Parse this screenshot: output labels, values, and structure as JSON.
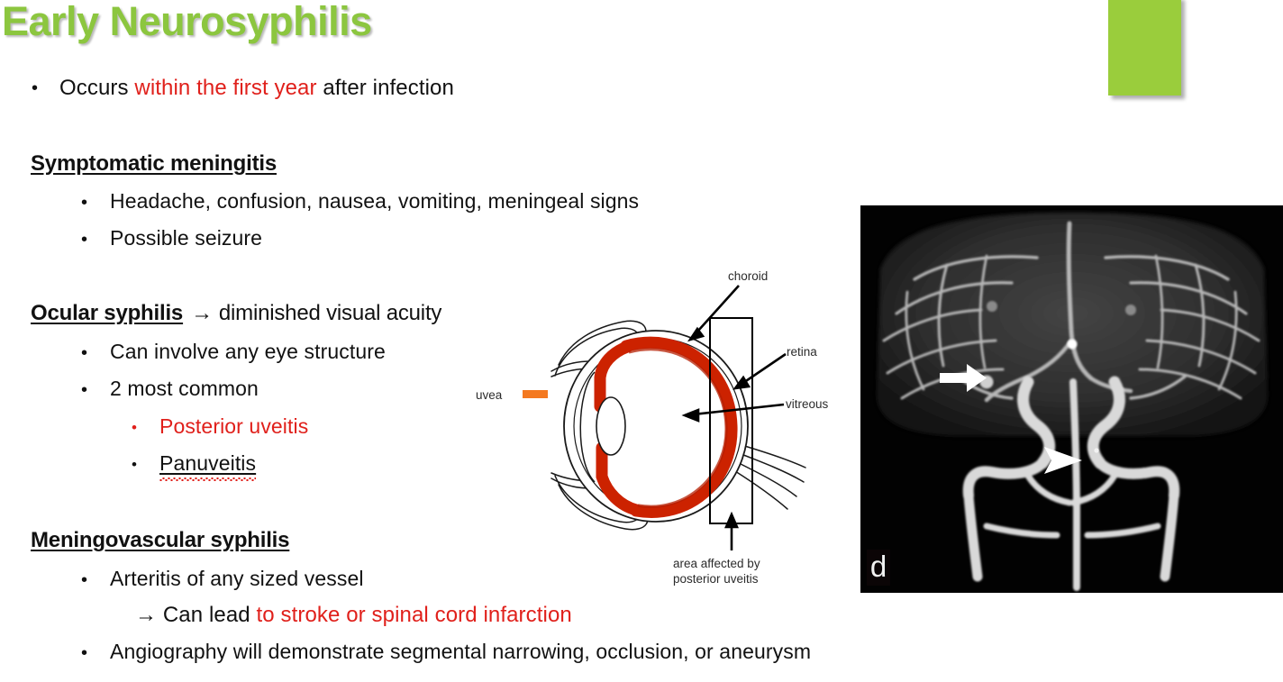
{
  "slide": {
    "title": "Early Neurosyphilis",
    "title_color": "#8CC63F",
    "accent_block_color": "#9ACD3C",
    "highlight_color": "#E0201B",
    "background_color": "#FFFFFF"
  },
  "content": {
    "intro": {
      "bullet": "•",
      "prefix": "Occurs ",
      "highlight": "within the first year",
      "suffix": " after infection"
    },
    "sections": [
      {
        "heading": "Symptomatic meningitis",
        "items": [
          {
            "bullet": "•",
            "text": "Headache, confusion, nausea, vomiting, meningeal signs"
          },
          {
            "bullet": "•",
            "text": "Possible seizure"
          }
        ]
      },
      {
        "heading": "Ocular syphilis",
        "heading_arrow": "→",
        "heading_tail": "diminished visual acuity",
        "items": [
          {
            "bullet": "•",
            "text": "Can involve any eye structure"
          },
          {
            "bullet": "•",
            "text": "2 most common"
          }
        ],
        "subitems": [
          {
            "bullet": "•",
            "text": "Posterior uveitis",
            "color": "red"
          },
          {
            "bullet": "•",
            "text": "Panuveitis",
            "color": "black",
            "underline": true,
            "spellcheck_flag": true
          }
        ]
      },
      {
        "heading": "Meningovascular syphilis",
        "items": [
          {
            "bullet": "•",
            "text": "Arteritis of any sized vessel"
          }
        ],
        "arrow_line": {
          "arrow": "→",
          "prefix": " Can lead ",
          "highlight": "to stroke or spinal cord infarction"
        },
        "items_after": [
          {
            "bullet": "•",
            "text": "Angiography will demonstrate segmental narrowing, occlusion, or aneurysm"
          }
        ]
      }
    ]
  },
  "eye_diagram": {
    "caption_labels": {
      "choroid": "choroid",
      "retina": "retina",
      "vitreous": "vitreous",
      "uvea": "uvea",
      "affected_line1": "area affected by",
      "affected_line2": "posterior uveitis"
    },
    "legend_swatch_color": "#F47920",
    "uvea_color": "#CC2200"
  },
  "mra_image": {
    "corner_label": "d",
    "modality_description": "MR angiogram of the circle of Willis",
    "markers": [
      "arrow",
      "arrowhead"
    ]
  }
}
